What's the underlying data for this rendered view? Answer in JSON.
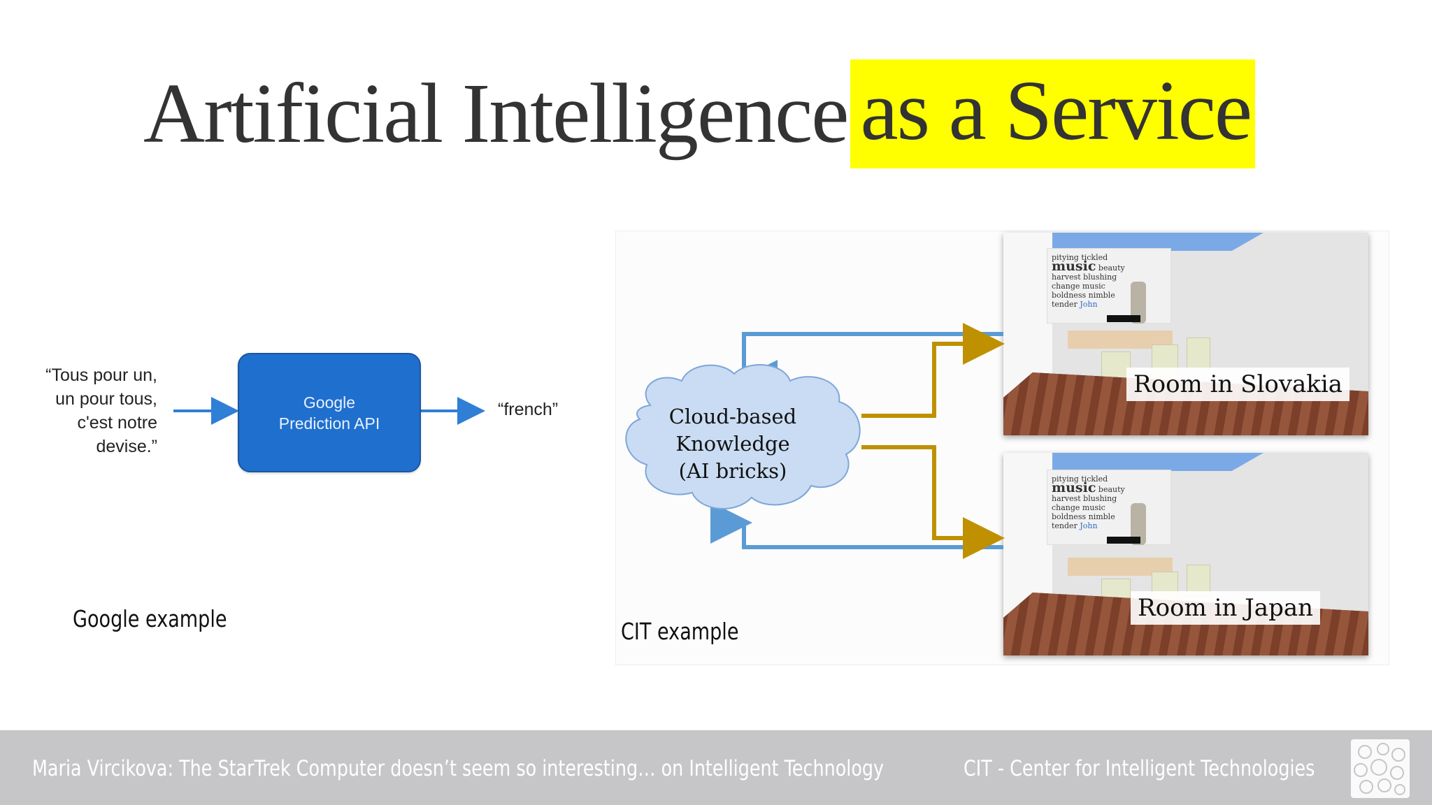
{
  "title": {
    "main": "Artificial Intelligence",
    "highlight": "as a Service"
  },
  "google": {
    "input_lines": [
      "“Tous pour un,",
      "un pour tous,",
      "c'est notre",
      "devise.”"
    ],
    "api_lines": [
      "Google",
      "Prediction API"
    ],
    "output": "“french”",
    "caption": "Google example"
  },
  "cit": {
    "cloud_lines": [
      "Cloud-based",
      "Knowledge",
      "(AI bricks)"
    ],
    "caption": "CIT example",
    "rooms": [
      {
        "label": "Room in Slovakia"
      },
      {
        "label": "Room in Japan"
      }
    ],
    "poster_words": {
      "line1": "pitying tickled",
      "music": "music",
      "beauty": "beauty",
      "line3": "harvest blushing",
      "line4": "change music",
      "line5": "boldness nimble",
      "tender": "tender",
      "name": "John"
    },
    "colors": {
      "knowledge_arrow": "#5b9bd5",
      "output_arrow": "#bf9000",
      "cloud_fill": "#c9dcf3",
      "cloud_stroke": "#7ea6d8"
    }
  },
  "footer": {
    "left": "Maria Vircikova: The StarTrek Computer doesn’t seem so interesting… on Intelligent Technology",
    "right": "CIT - Center for Intelligent Technologies",
    "logo_icon": "cit-network-logo-icon"
  }
}
